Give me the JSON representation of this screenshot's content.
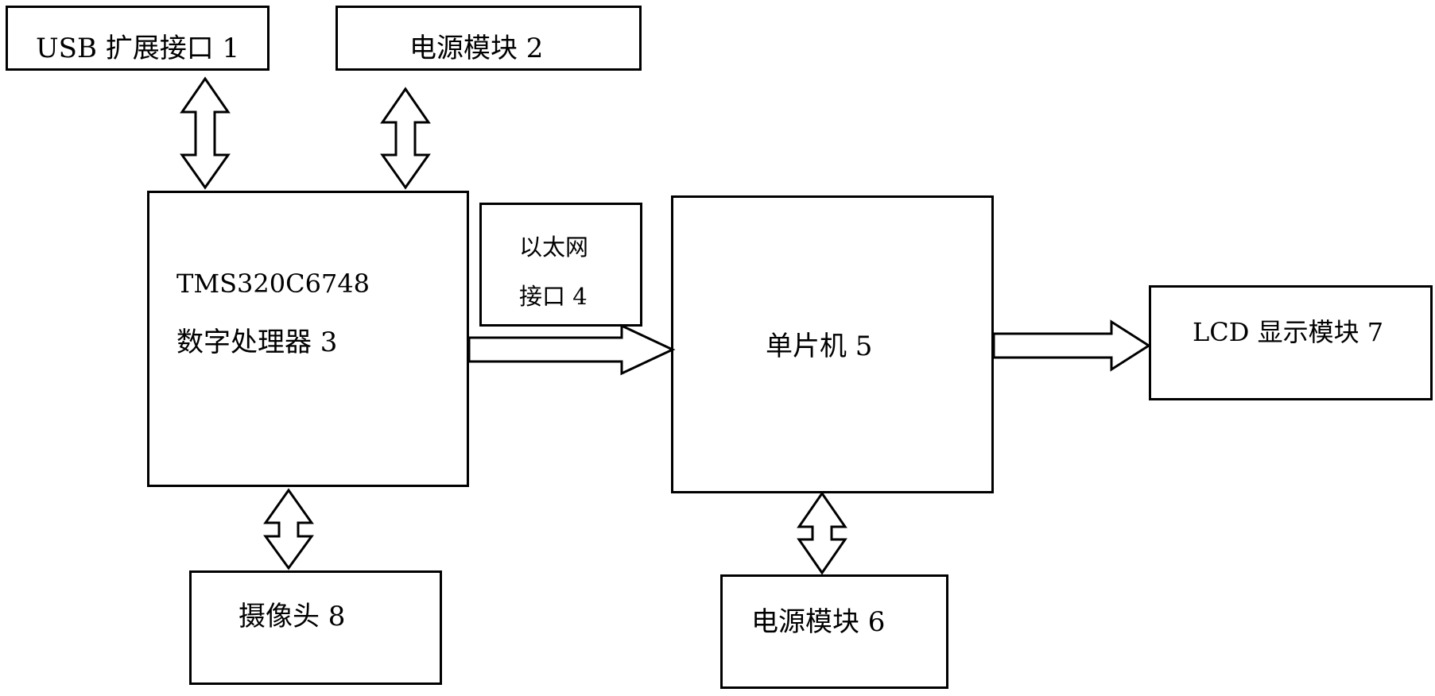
{
  "blocks": {
    "usb": {
      "label": "USB 扩展接口 1"
    },
    "power2": {
      "label": "电源模块 2"
    },
    "dsp": {
      "line1": "TMS320C6748",
      "line2": "数字处理器 3"
    },
    "ethernet": {
      "line1": "以太网",
      "line2": "接口 4"
    },
    "mcu": {
      "label": "单片机 5"
    },
    "power6": {
      "label": "电源模块 6"
    },
    "lcd": {
      "label": "LCD 显示模块 7"
    },
    "camera": {
      "label": "摄像头 8"
    }
  },
  "colors": {
    "line": "#000000",
    "background": "#ffffff"
  }
}
